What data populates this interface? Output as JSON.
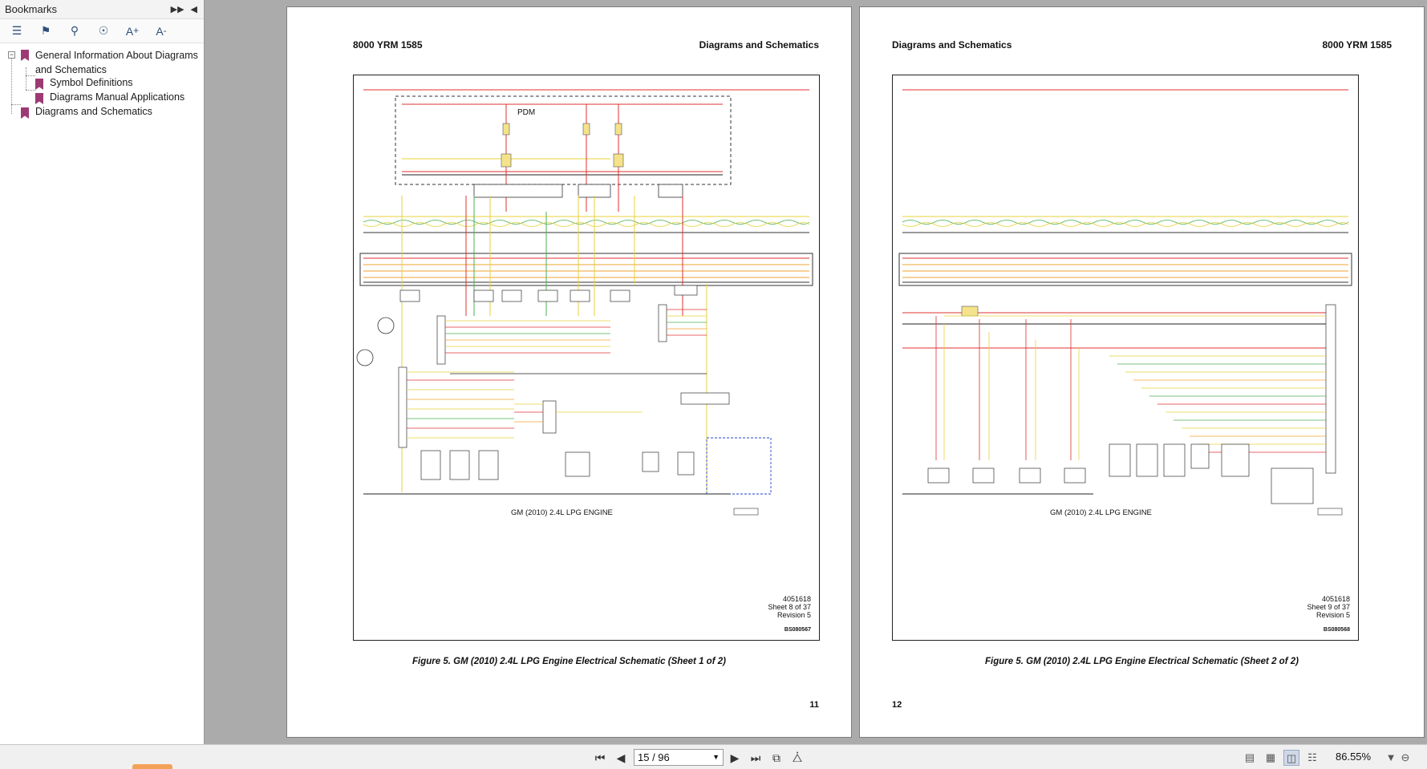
{
  "sidebar": {
    "title": "Bookmarks",
    "items": [
      {
        "label": "General Information About Diagrams and Schematics",
        "line1": "General Information About Diagrams",
        "line2": "and Schematics"
      },
      {
        "label": "Symbol Definitions"
      },
      {
        "label": "Diagrams Manual Applications"
      },
      {
        "label": "Diagrams and Schematics"
      }
    ]
  },
  "page_left": {
    "header_left": "8000 YRM 1585",
    "header_right": "Diagrams and Schematics",
    "schematic_title": "GM (2010) 2.4L LPG ENGINE",
    "pdm_label": "PDM",
    "doc_number": "4051618",
    "sheet": "Sheet 8 of 37",
    "revision": "Revision 5",
    "code": "BS080567",
    "caption": "Figure 5. GM (2010) 2.4L LPG Engine Electrical Schematic (Sheet 1 of 2)",
    "page_number": "11"
  },
  "page_right": {
    "header_left": "Diagrams and Schematics",
    "header_right": "8000 YRM 1585",
    "schematic_title": "GM (2010) 2.4L LPG ENGINE",
    "doc_number": "4051618",
    "sheet": "Sheet 9 of 37",
    "revision": "Revision 5",
    "code": "BS080568",
    "caption": "Figure 5. GM (2010) 2.4L LPG Engine Electrical Schematic (Sheet 2 of 2)",
    "page_number": "12"
  },
  "toolbar": {
    "page_indicator": "15 / 96",
    "zoom": "86.55%"
  },
  "colors": {
    "wire_red": "#e03030",
    "wire_yellow": "#e8d23a",
    "wire_green": "#4caf50",
    "wire_orange": "#f0a030",
    "bookmark": "#9c3a74"
  }
}
